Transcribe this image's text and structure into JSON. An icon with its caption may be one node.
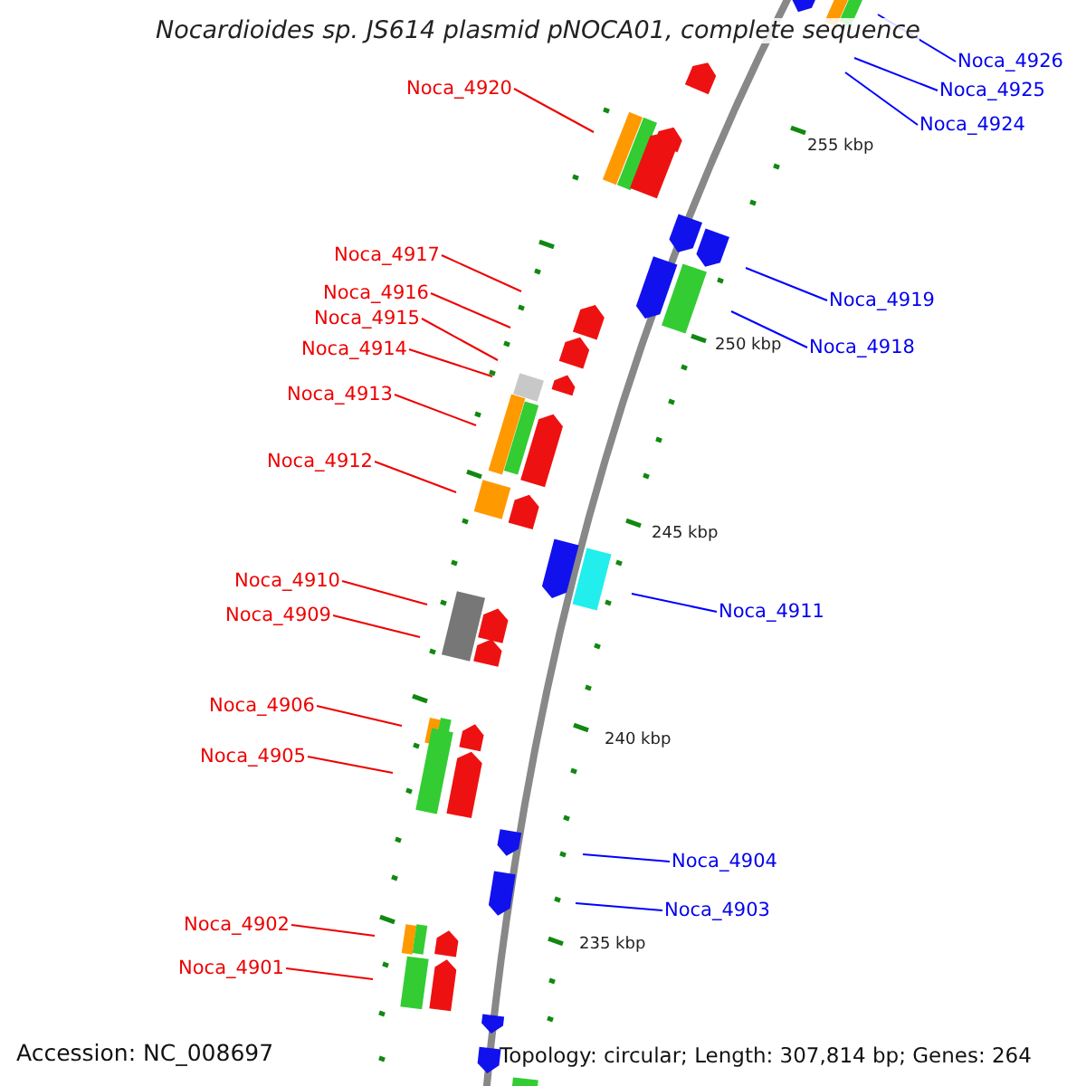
{
  "diagram": {
    "title": "Nocardioides sp. JS614 plasmid pNOCA01, complete sequence",
    "nodes": [
      {
        "text": [
          "Noca_4926"
        ]
      },
      {
        "text": [
          "Noca_4925"
        ]
      },
      {
        "text": [
          "Noca_4920"
        ]
      },
      {
        "text": [
          "Noca_4924"
        ]
      },
      {
        "text": [
          "Noca_4917"
        ]
      },
      {
        "text": [
          "Noca_4916"
        ]
      },
      {
        "text": [
          "Noca_4919"
        ]
      },
      {
        "text": [
          "Noca_4915"
        ]
      },
      {
        "text": [
          "Noca_4918"
        ]
      },
      {
        "text": [
          "Noca_4914"
        ]
      },
      {
        "text": [
          "Noca_4913"
        ]
      },
      {
        "text": [
          "Noca_4912"
        ]
      },
      {
        "text": [
          "Noca_4910"
        ]
      },
      {
        "text": [
          "Noca_4911"
        ]
      },
      {
        "text": [
          "Noca_4909"
        ]
      },
      {
        "text": [
          "Noca_4906"
        ]
      },
      {
        "text": [
          "Noca_4905"
        ]
      },
      {
        "text": [
          "Noca_4904"
        ]
      },
      {
        "text": [
          "Noca_4903"
        ]
      },
      {
        "text": [
          "Noca_4902"
        ]
      },
      {
        "text": [
          "Noca_4901"
        ]
      }
    ],
    "edges": [
      {
        "from": 0,
        "to": null,
        "arrow": "none",
        "color": "#0000ff"
      },
      {
        "from": 1,
        "to": null,
        "arrow": "none",
        "color": "#0000ff"
      },
      {
        "from": 2,
        "to": null,
        "arrow": "none"
      },
      {
        "from": 3,
        "to": null,
        "arrow": "none",
        "color": "#0000ff"
      },
      {
        "from": 4,
        "to": null,
        "arrow": "none"
      },
      {
        "from": 5,
        "to": null,
        "arrow": "none"
      },
      {
        "from": 6,
        "to": null,
        "arrow": "none",
        "color": "#0000ff"
      },
      {
        "from": 7,
        "to": null,
        "arrow": "none"
      },
      {
        "from": 8,
        "to": null,
        "arrow": "none",
        "color": "#0000ff"
      },
      {
        "from": 9,
        "to": null,
        "arrow": "none"
      },
      {
        "from": 10,
        "to": null,
        "arrow": "none"
      },
      {
        "from": 11,
        "to": null,
        "arrow": "none"
      },
      {
        "from": 12,
        "to": null,
        "arrow": "none"
      },
      {
        "from": 13,
        "to": null,
        "arrow": "none",
        "color": "#0000ff"
      },
      {
        "from": 14,
        "to": null,
        "arrow": "none"
      },
      {
        "from": 15,
        "to": null,
        "arrow": "none"
      },
      {
        "from": 16,
        "to": null,
        "arrow": "none"
      },
      {
        "from": 17,
        "to": null,
        "arrow": "none",
        "color": "#0000ff"
      },
      {
        "from": 18,
        "to": null,
        "arrow": "none",
        "color": "#0000ff"
      },
      {
        "from": 19,
        "to": null,
        "arrow": "none"
      },
      {
        "from": 20,
        "to": null,
        "arrow": "none"
      }
    ],
    "labels": [
      "255 kbp",
      "250 kbp",
      "245 kbp",
      "240 kbp",
      "235 kbp",
      "Accession: NC_008697",
      "Topology: circular; Length: 307,814 bp; Genes: 264"
    ]
  }
}
